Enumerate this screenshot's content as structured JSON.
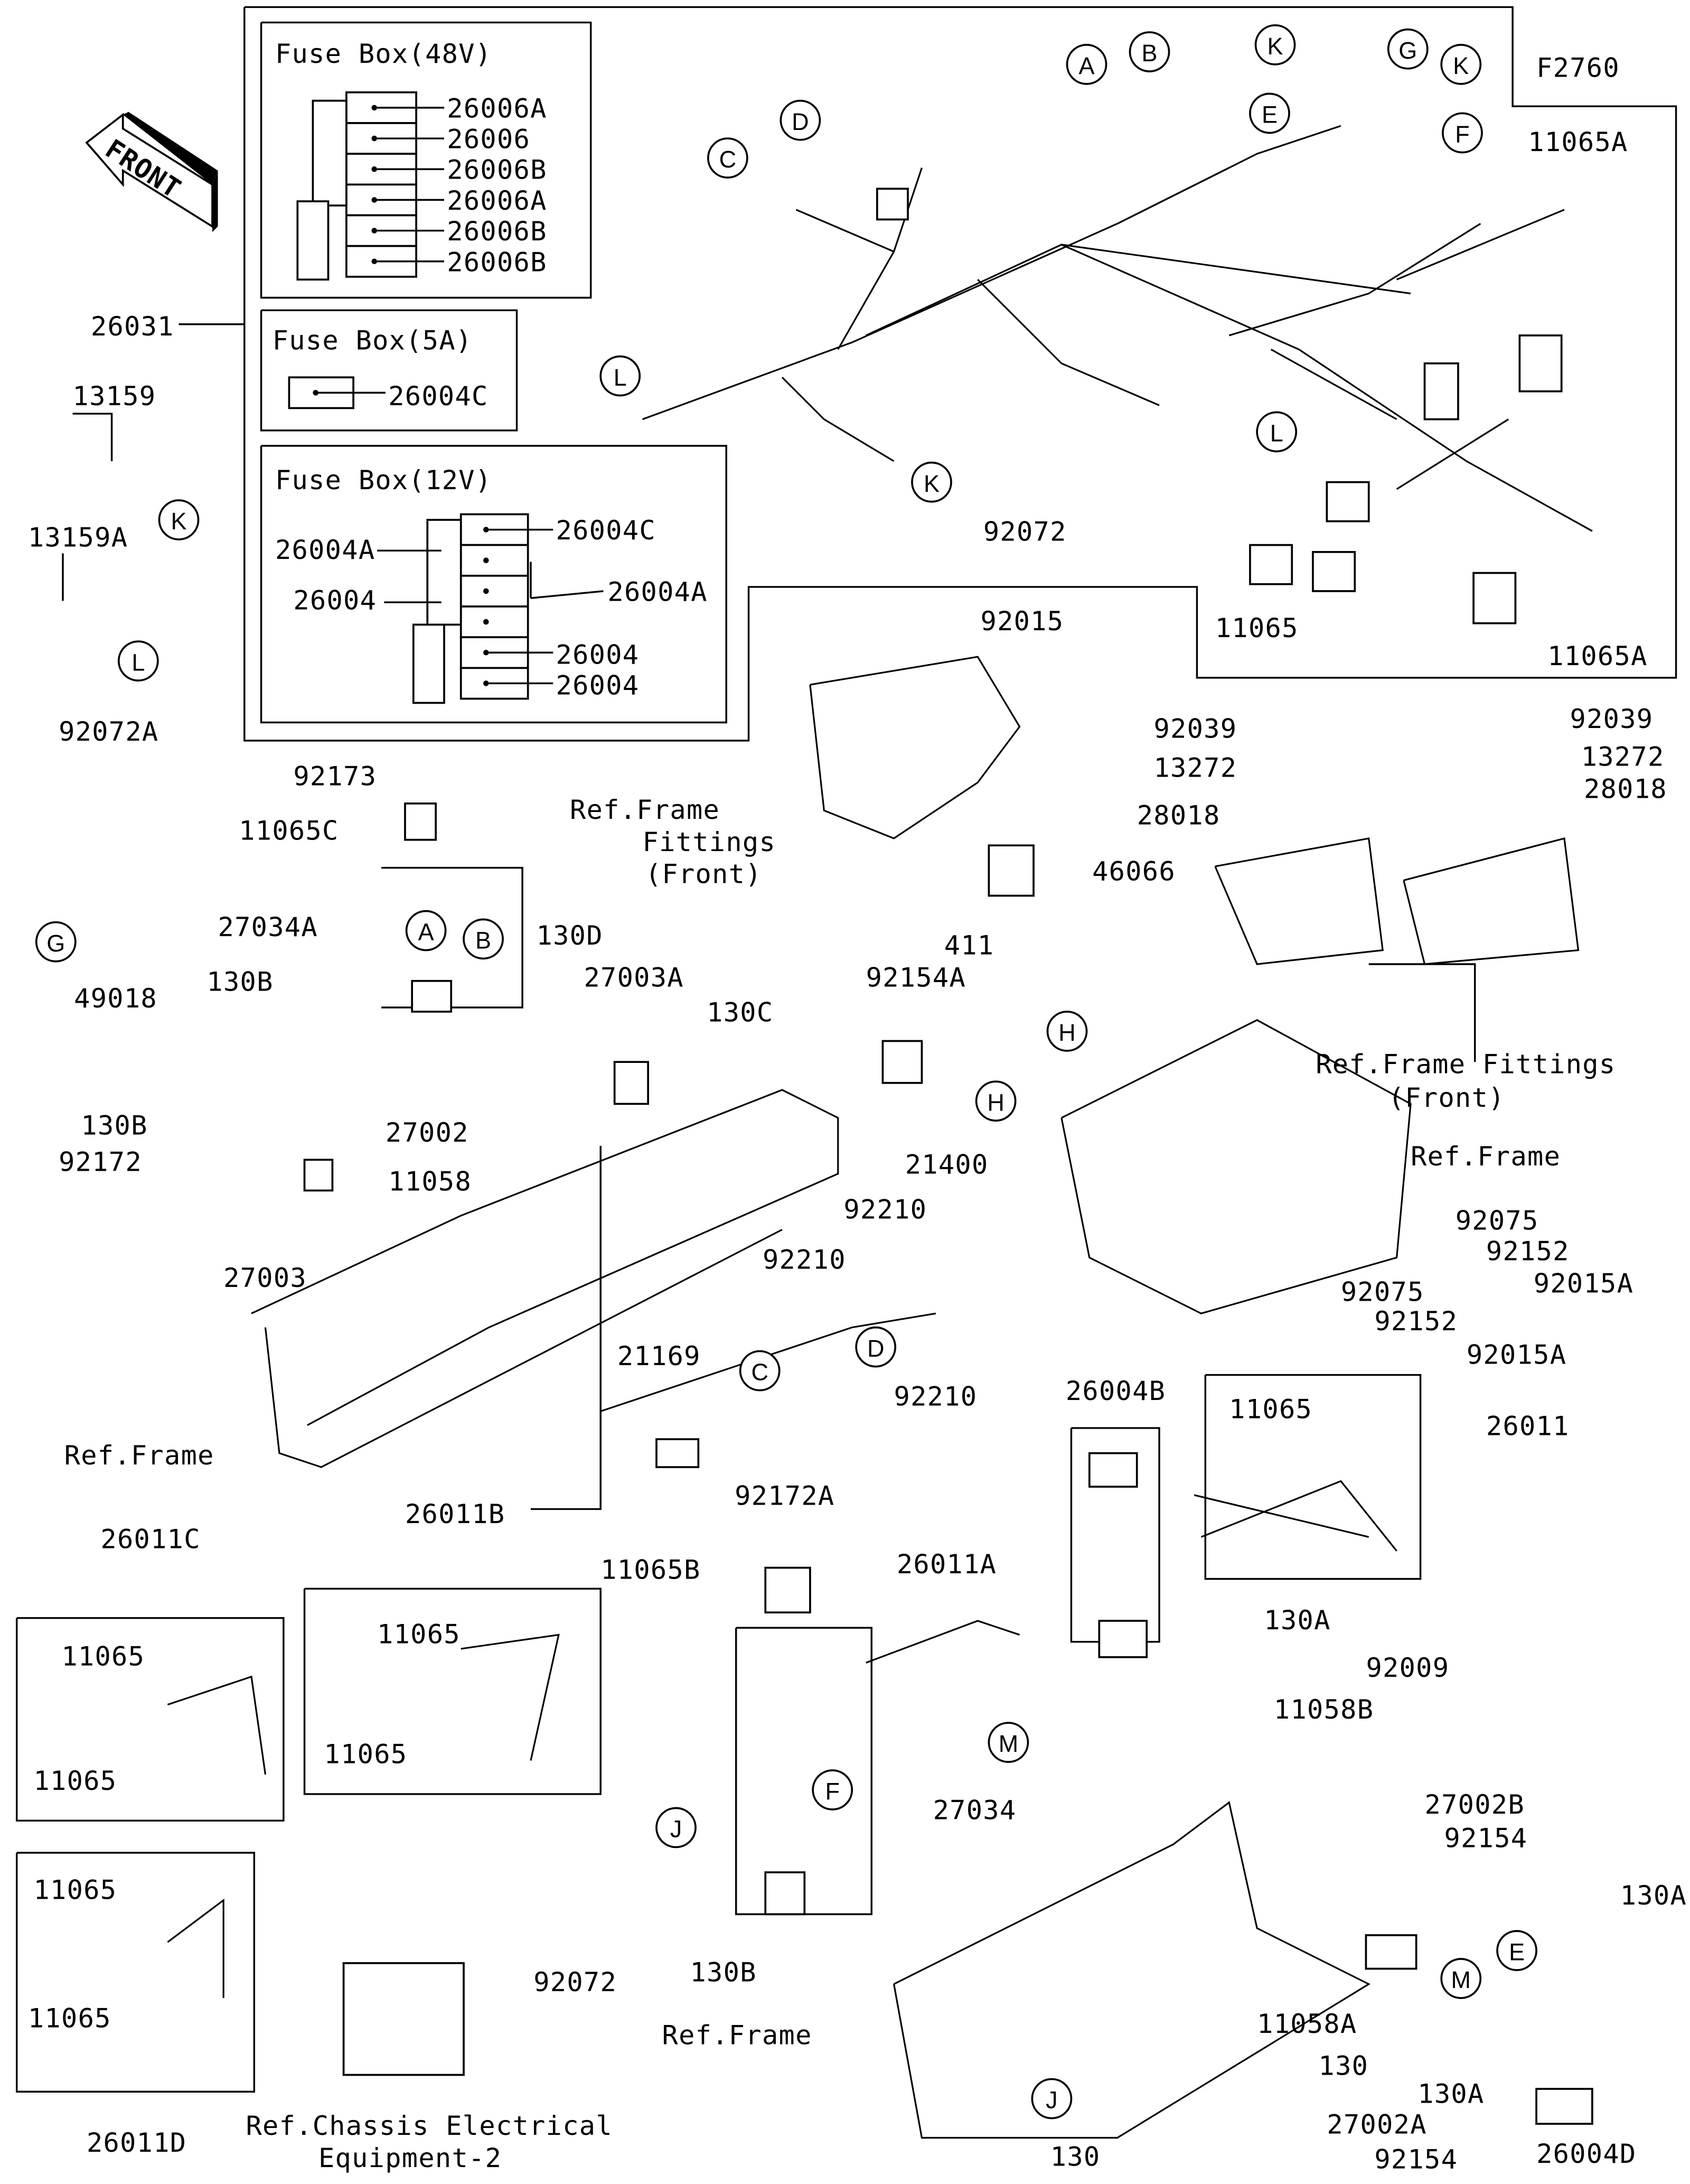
{
  "diagram_code": "F2760",
  "front_arrow_text": "FRONT",
  "labels": [
    "F2760",
    "Fuse Box(48V)",
    "26006A",
    "26006",
    "26006B",
    "26006A",
    "26006B",
    "26006B",
    "26031",
    "Fuse Box(5A)",
    "26004C",
    "Fuse Box(12V)",
    "26004C",
    "26004A",
    "26004A",
    "26004",
    "26004",
    "26004",
    "13159",
    "13159A",
    "92072A",
    "92173",
    "11065C",
    "49018",
    "27034A",
    "130B",
    "130D",
    "27003A",
    "130B",
    "27002",
    "92172",
    "11058",
    "27003",
    "Ref.Frame",
    "Ref.Frame",
    "Fittings",
    "(Front)",
    "92015",
    "46066",
    "411",
    "92154A",
    "130C",
    "21400",
    "92210",
    "92210",
    "21169",
    "92210",
    "92172A",
    "92039",
    "13272",
    "28018",
    "92039",
    "13272",
    "28018",
    "Ref.Frame Fittings",
    "(Front)",
    "Ref.Frame",
    "92075",
    "92152",
    "92015A",
    "92075",
    "92152",
    "92015A",
    "26004B",
    "11065",
    "26011",
    "11065B",
    "26011A",
    "130A",
    "92009",
    "11058B",
    "27002B",
    "92154",
    "27034",
    "130B",
    "Ref.Frame",
    "130A",
    "130A",
    "11058A",
    "130",
    "27002A",
    "130",
    "92154",
    "26004D",
    "26011C",
    "11065",
    "11065",
    "11065",
    "11065",
    "26011D",
    "26011B",
    "11065",
    "11065",
    "92072",
    "Ref.Chassis Electrical",
    "Equipment-2",
    "92072",
    "11065",
    "11065A",
    "11065A"
  ],
  "ref_markers": [
    "A",
    "B",
    "K",
    "G",
    "K",
    "E",
    "F",
    "D",
    "C",
    "L",
    "L",
    "K",
    "K",
    "L",
    "G",
    "A",
    "B",
    "H",
    "H",
    "C",
    "D",
    "M",
    "F",
    "J",
    "J",
    "E",
    "M"
  ]
}
